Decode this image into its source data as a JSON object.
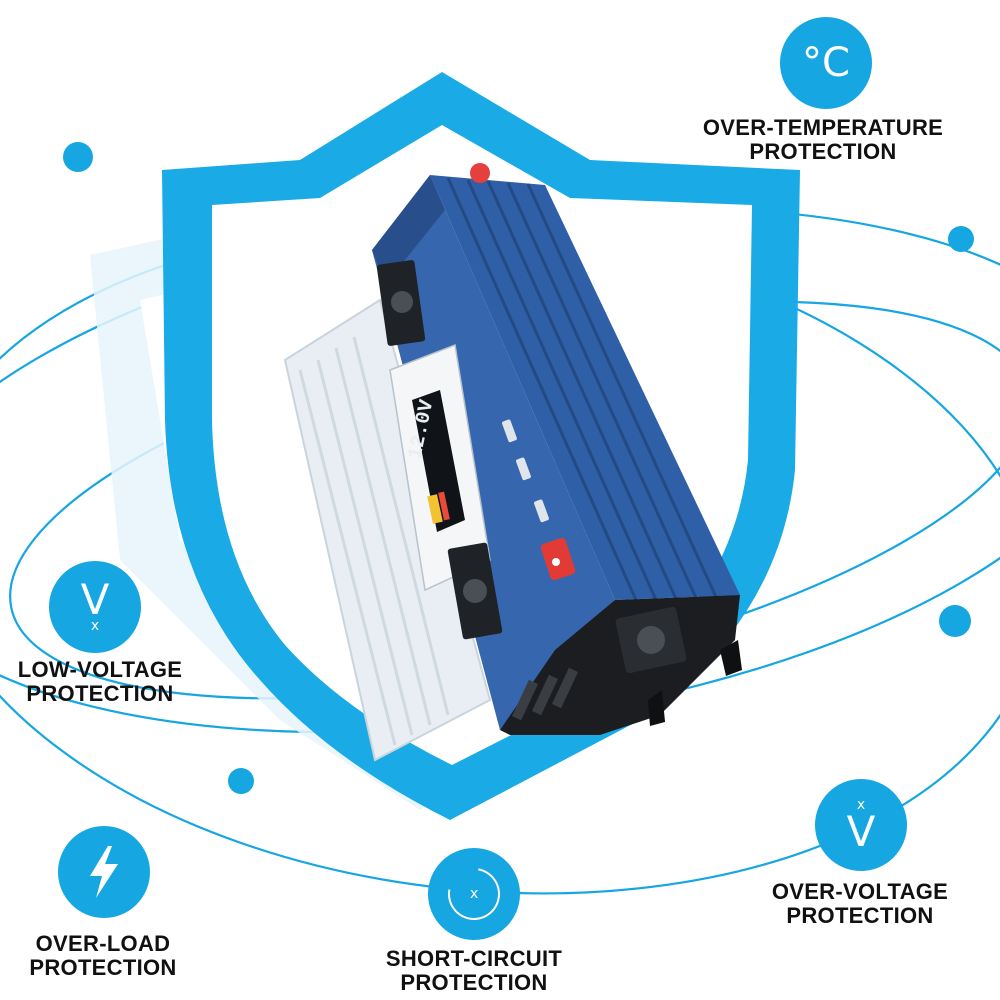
{
  "colors": {
    "accent": "#16a6e2",
    "shield_outer": "#1aaae6",
    "shield_inner": "#ffffff",
    "inverter_body": "#2c5a9e",
    "text": "#111111"
  },
  "features": [
    {
      "icon": "celsius-icon",
      "glyph": "°C",
      "title_line1": "OVER-TEMPERATURE",
      "title_line2": "PROTECTION"
    },
    {
      "icon": "low-voltage-icon",
      "glyph": "V",
      "sub_glyph": "x",
      "title_line1": "LOW-VOLTAGE",
      "title_line2": "PROTECTION"
    },
    {
      "icon": "lightning-bolt-icon",
      "glyph": "⚡",
      "title_line1": "OVER-LOAD",
      "title_line2": "PROTECTION"
    },
    {
      "icon": "short-circuit-icon",
      "glyph": "x",
      "title_line1": "SHORT-CIRCUIT",
      "title_line2": "PROTECTION"
    },
    {
      "icon": "over-voltage-icon",
      "glyph": "V",
      "sub_glyph": "x",
      "title_line1": "OVER-VOLTAGE",
      "title_line2": "PROTECTION"
    }
  ],
  "product": {
    "name": "power-inverter",
    "display_readout": "12.0V"
  }
}
